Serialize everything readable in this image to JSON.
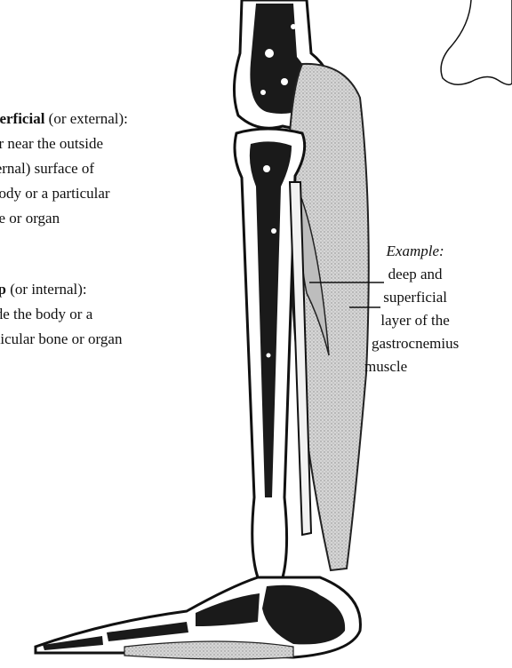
{
  "superficial": {
    "term": "perficial",
    "qualifier": "(or external):",
    "lines": [
      "or near the outside",
      "ternal) surface of",
      "body or a particular",
      "ne or organ"
    ]
  },
  "deep": {
    "term": "ep",
    "qualifier": "(or internal):",
    "lines": [
      "ide the body or a",
      "rticular bone or organ"
    ]
  },
  "example": {
    "heading": "Example:",
    "lines": [
      "deep and",
      "superficial",
      "layer of the",
      "gastrocnemius",
      "muscle"
    ]
  }
}
